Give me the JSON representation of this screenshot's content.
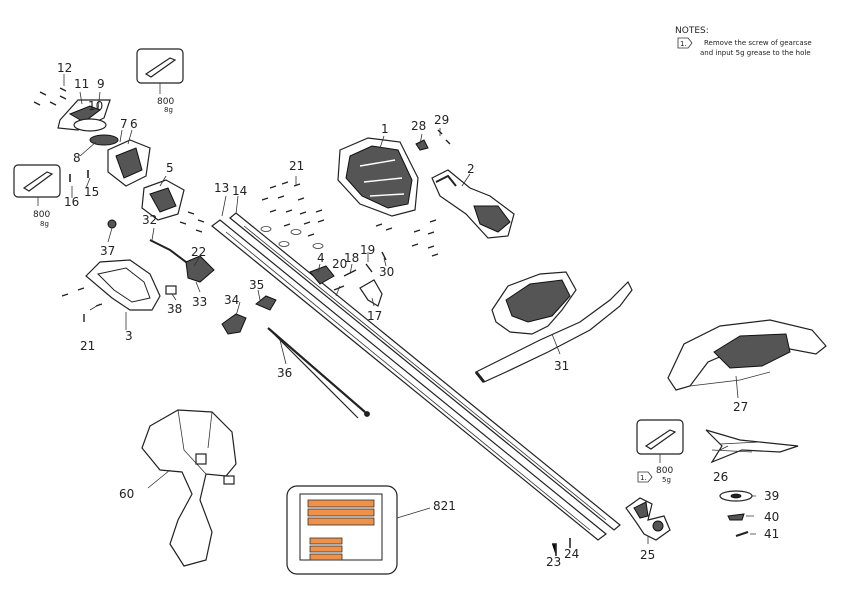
{
  "notes": {
    "heading": "NOTES:",
    "marker": "1.",
    "line1": "Remove the screw of gearcase",
    "line2": "and input 5g grease to the hole"
  },
  "grease": [
    {
      "amount": "800",
      "unit": "8g"
    },
    {
      "amount": "800",
      "unit": "8g"
    },
    {
      "amount": "800",
      "unit": "5g"
    }
  ],
  "callout_marker": "1.",
  "label_box": {
    "number": "821",
    "color": "#f0914a"
  },
  "parts": {
    "p1": "1",
    "p2": "2",
    "p3": "3",
    "p4": "4",
    "p5": "5",
    "p6": "6",
    "p7": "7",
    "p8": "8",
    "p9": "9",
    "p10": "10",
    "p11": "11",
    "p12": "12",
    "p13": "13",
    "p14": "14",
    "p15": "15",
    "p16": "16",
    "p17": "17",
    "p18": "18",
    "p19": "19",
    "p20": "20",
    "p21a": "21",
    "p21b": "21",
    "p22": "22",
    "p23": "23",
    "p24": "24",
    "p25": "25",
    "p26": "26",
    "p27": "27",
    "p28": "28",
    "p29": "29",
    "p30": "30",
    "p31": "31",
    "p32": "32",
    "p33": "33",
    "p34": "34",
    "p35": "35",
    "p36": "36",
    "p37": "37",
    "p38": "38",
    "p39": "39",
    "p40": "40",
    "p41": "41",
    "p60": "60"
  }
}
